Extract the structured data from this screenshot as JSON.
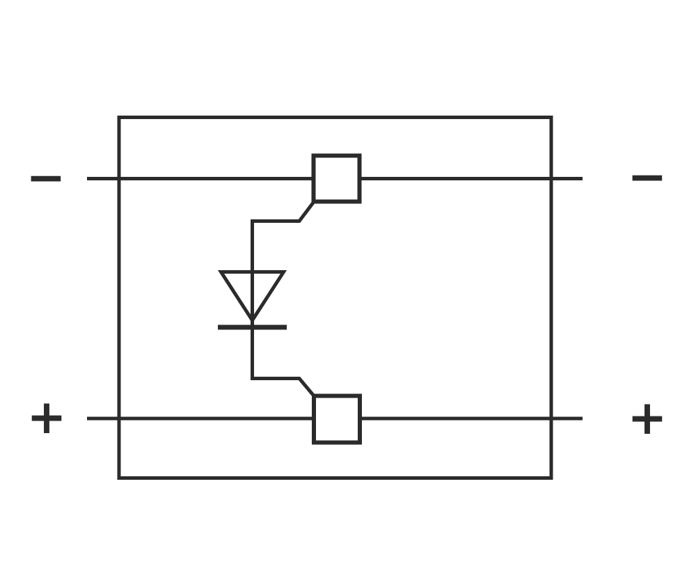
{
  "page": {
    "background_color": "#ffffff"
  },
  "diagram": {
    "kind": "circuit-schematic",
    "description": "Terminal block wiring schematic: a rectangular component outline crossed by two horizontal conductors (negative on top, positive on bottom), each passing through a square clamp terminal; the two terminals are joined by an internal wire containing a diode with anode up and cathode bar down",
    "line_color": "#2b2b2b",
    "labels": {
      "top_left": "−",
      "top_right": "−",
      "bottom_left": "+",
      "bottom_right": "+"
    },
    "icons": [
      {
        "name": "component-outline",
        "shape": "rectangle"
      },
      {
        "name": "negative-conductor-line",
        "polarity": "minus"
      },
      {
        "name": "positive-conductor-line",
        "polarity": "plus"
      },
      {
        "name": "top-terminal-square",
        "shape": "square"
      },
      {
        "name": "bottom-terminal-square",
        "shape": "square"
      },
      {
        "name": "internal-wire",
        "shape": "polyline"
      },
      {
        "name": "diode-icon",
        "direction": "down"
      }
    ]
  }
}
